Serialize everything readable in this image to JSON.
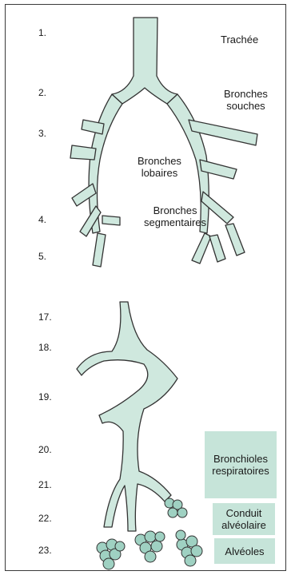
{
  "generations_top": [
    "1.",
    "2.",
    "3.",
    "4.",
    "5."
  ],
  "generations_bottom": [
    "17.",
    "18.",
    "19.",
    "20.",
    "21.",
    "22.",
    "23."
  ],
  "labels": {
    "trachea": "Trachée",
    "main_bronchi": [
      "Bronches",
      "souches"
    ],
    "lobar_bronchi": [
      "Bronches",
      "lobaires"
    ],
    "segmental_bronchi": [
      "Bronches",
      "segmentaires"
    ],
    "resp_bronchioles": [
      "Bronchioles",
      "respiratoires"
    ],
    "alveolar_duct": [
      "Conduit",
      "alvéolaire"
    ],
    "alveoli": "Alvéoles"
  },
  "colors": {
    "airway_fill": "#cfe8de",
    "outline": "#333333",
    "box_fill": "#c6e4d9",
    "alveoli_fill": "#9fd1c2"
  }
}
